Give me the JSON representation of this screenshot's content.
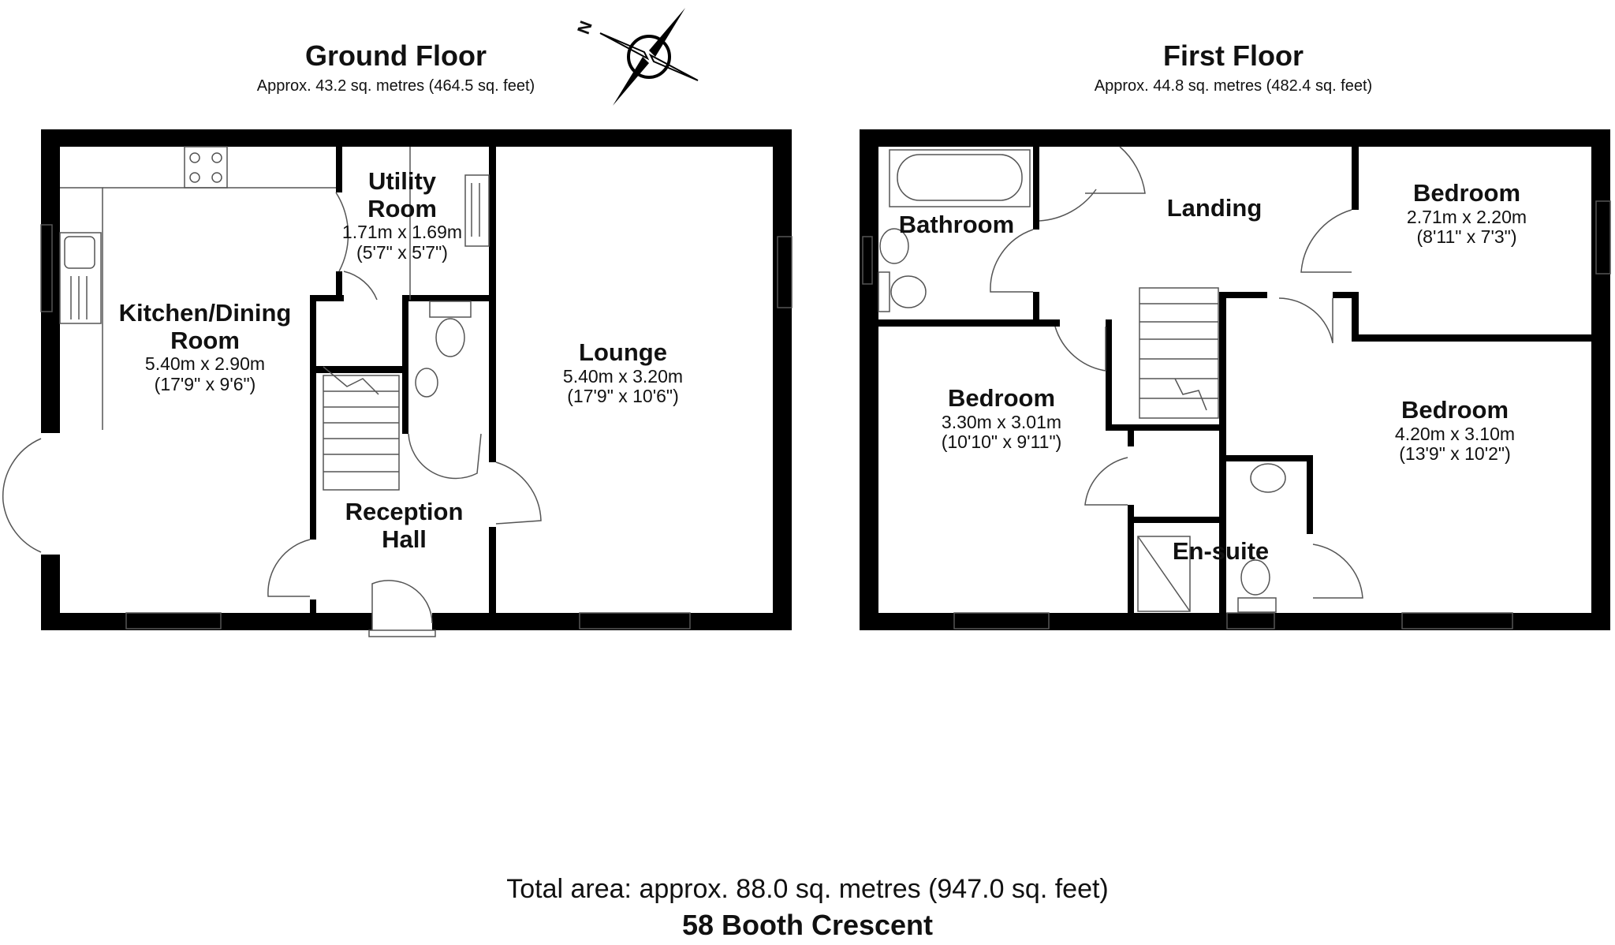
{
  "ground_floor": {
    "title": "Ground Floor",
    "area": "Approx. 43.2 sq. metres (464.5 sq. feet)",
    "rooms": [
      {
        "name": "Kitchen/Dining",
        "name2": "Room",
        "metric": "5.40m x 2.90m",
        "imperial": "(17'9\" x 9'6\")"
      },
      {
        "name": "Utility",
        "name2": "Room",
        "metric": "1.71m x 1.69m",
        "imperial": "(5'7\" x 5'7\")"
      },
      {
        "name": "Lounge",
        "name2": "",
        "metric": "5.40m x 3.20m",
        "imperial": "(17'9\" x 10'6\")"
      },
      {
        "name": "Reception",
        "name2": "Hall",
        "metric": "",
        "imperial": ""
      }
    ]
  },
  "first_floor": {
    "title": "First Floor",
    "area": "Approx. 44.8 sq. metres (482.4 sq. feet)",
    "rooms": [
      {
        "name": "Bathroom",
        "metric": "",
        "imperial": ""
      },
      {
        "name": "Landing",
        "metric": "",
        "imperial": ""
      },
      {
        "name": "Bedroom",
        "metric": "2.71m x 2.20m",
        "imperial": "(8'11\" x 7'3\")"
      },
      {
        "name": "Bedroom",
        "metric": "3.30m x 3.01m",
        "imperial": "(10'10\" x 9'11\")"
      },
      {
        "name": "Bedroom",
        "metric": "4.20m x 3.10m",
        "imperial": "(13'9\" x 10'2\")"
      },
      {
        "name": "En-suite",
        "metric": "",
        "imperial": ""
      }
    ]
  },
  "compass": {
    "label": "N",
    "icon": "compass-icon"
  },
  "total_area": "Total area: approx. 88.0 sq. metres (947.0 sq. feet)",
  "address": "58 Booth Crescent",
  "colors": {
    "wall": "#000000",
    "fixture": "#555555",
    "background": "#ffffff"
  }
}
